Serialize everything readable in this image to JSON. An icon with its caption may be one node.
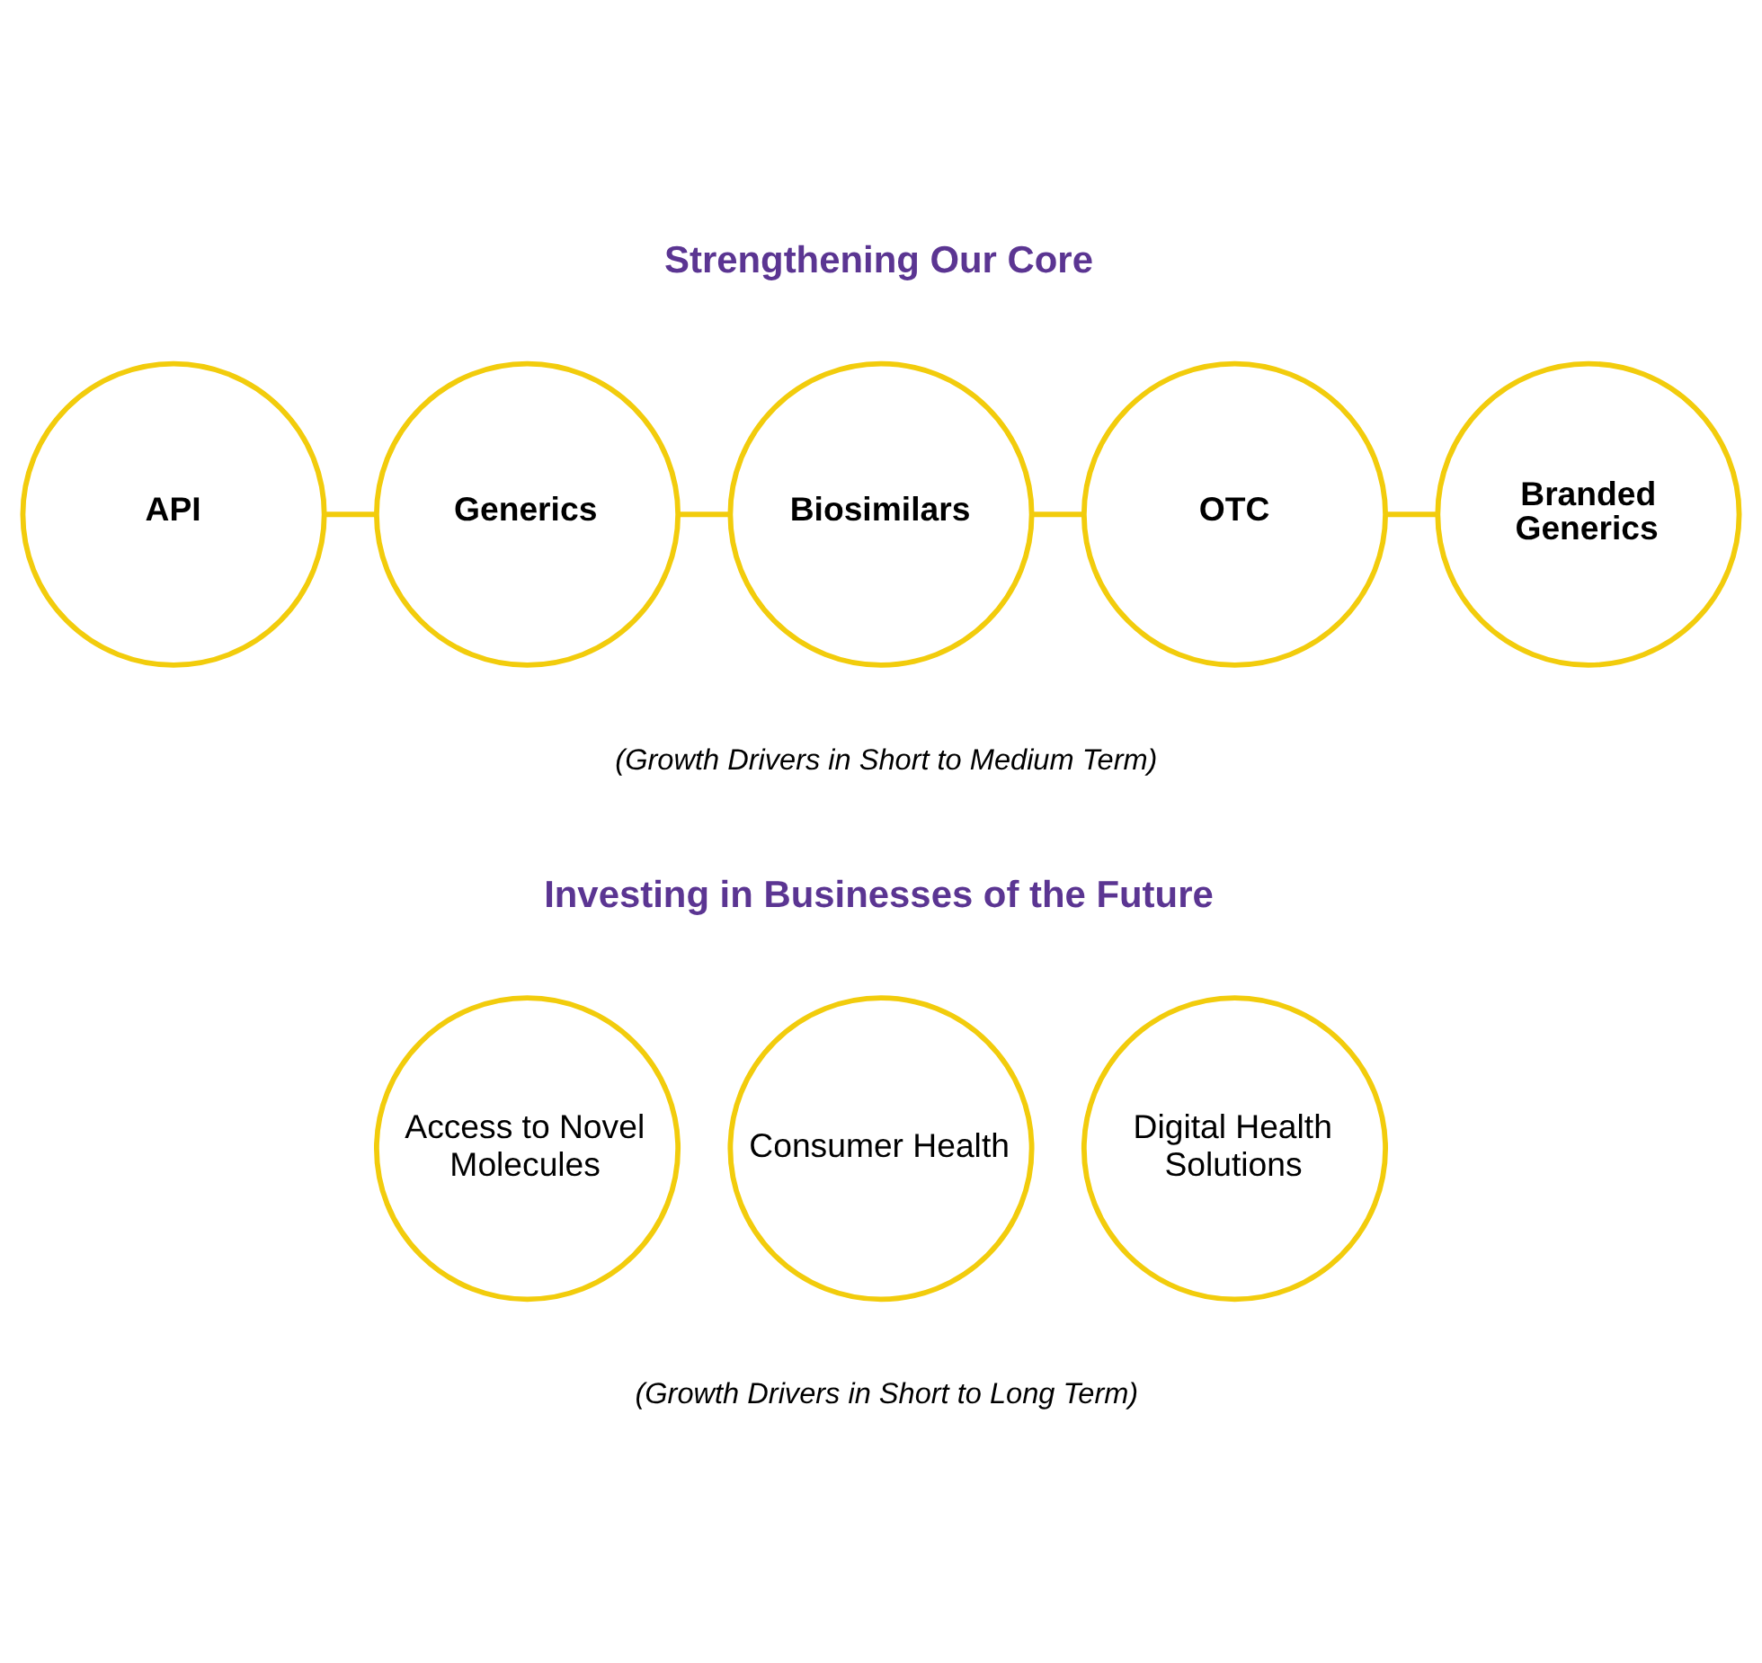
{
  "diagram": {
    "nodes": [
      {
        "text": [
          "API"
        ]
      },
      {
        "text": [
          "Generics"
        ]
      },
      {
        "text": [
          "Biosimilars"
        ]
      },
      {
        "text": [
          "OTC"
        ]
      },
      {
        "text": [
          "Branded Generics"
        ]
      },
      {
        "text": [
          "Access to Novel Molecules"
        ]
      },
      {
        "text": [
          "Consumer Health"
        ]
      },
      {
        "text": [
          "Digital Health Solutions"
        ]
      }
    ],
    "edges": [
      {
        "from": 0,
        "to": 1,
        "arrow": "none"
      },
      {
        "from": 1,
        "to": 2,
        "arrow": "none"
      },
      {
        "from": 2,
        "to": 3,
        "arrow": "none"
      },
      {
        "from": 3,
        "to": 4,
        "arrow": "none"
      }
    ],
    "labels": [
      "Strengthening Our Core",
      "(Growth Drivers in Short to Medium Term)",
      "Investing in Businesses of the Future",
      "(Growth Drivers in Short to Long Term)"
    ]
  }
}
